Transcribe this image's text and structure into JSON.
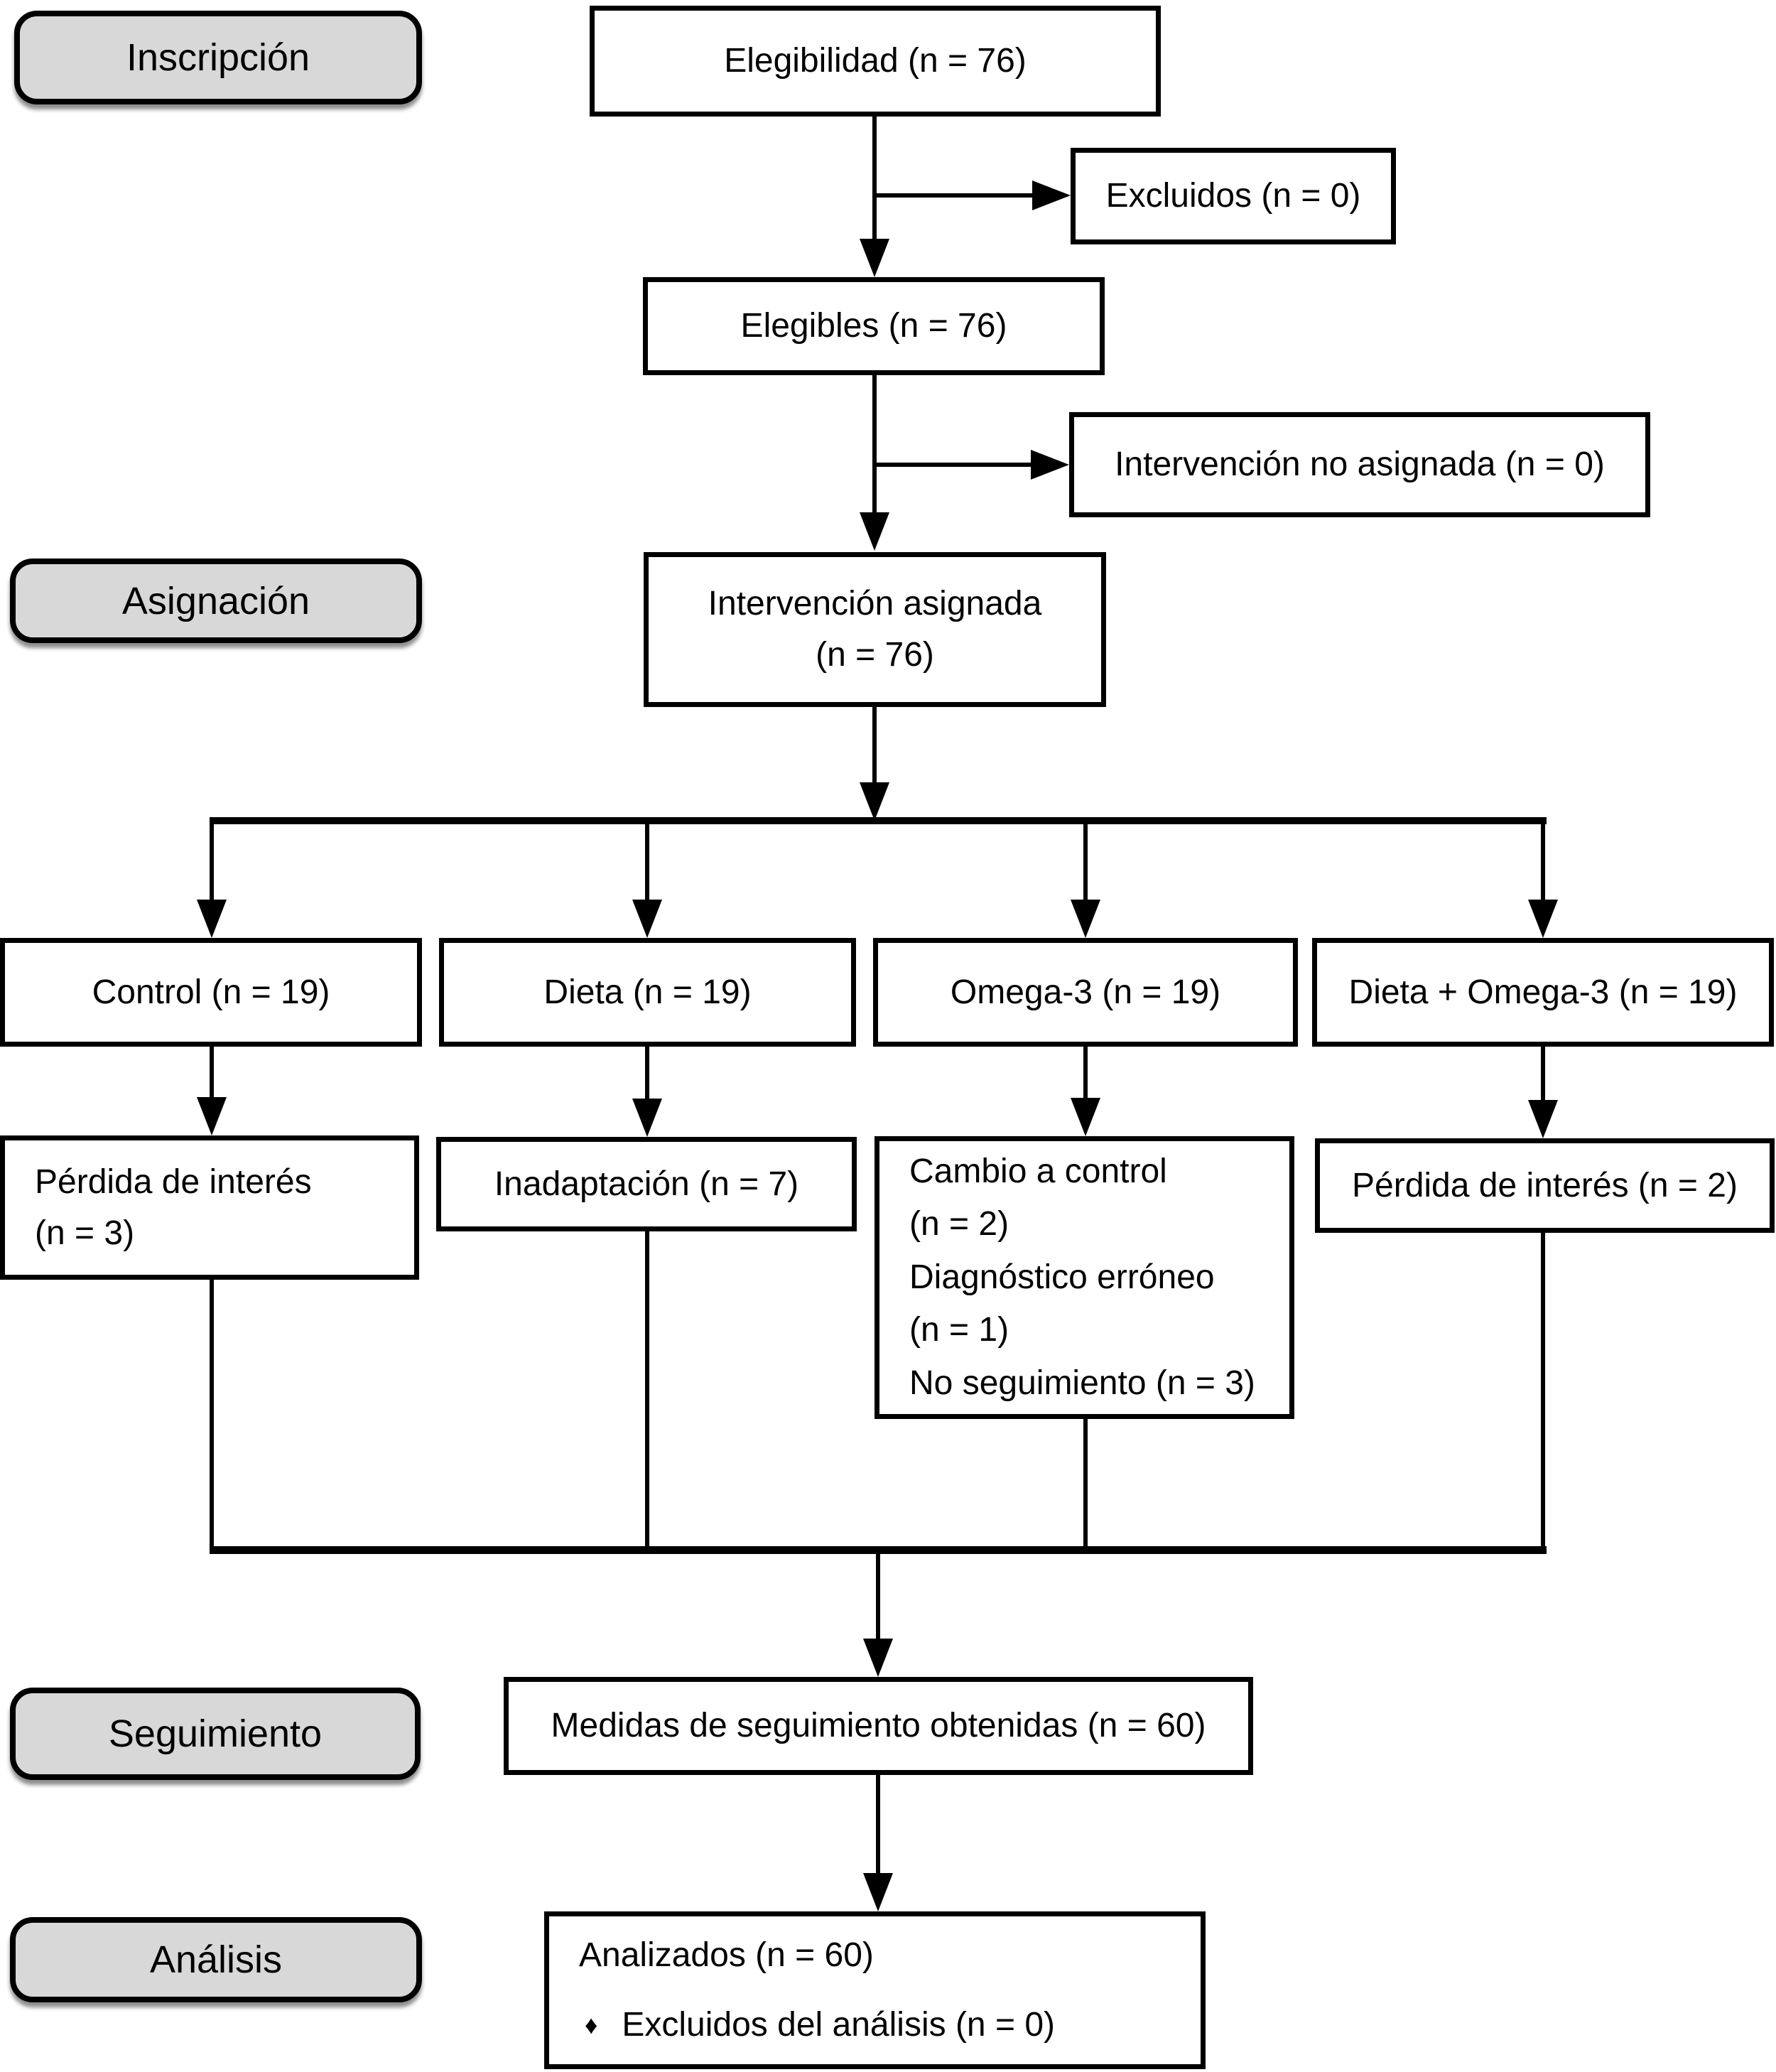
{
  "stages": [
    {
      "label": "Inscripción"
    },
    {
      "label": "Asignación"
    },
    {
      "label": "Seguimiento"
    },
    {
      "label": "Análisis"
    }
  ],
  "nodes": {
    "eligibility": {
      "text": "Elegibilidad (n = 76)"
    },
    "excluded": {
      "text": "Excluidos (n = 0)"
    },
    "eligible": {
      "text": "Elegibles (n = 76)"
    },
    "not_assigned": {
      "text": "Intervención no asignada (n = 0)"
    },
    "assigned": {
      "line1": "Intervención asignada",
      "line2": "(n = 76)"
    },
    "arms": [
      {
        "text": "Control (n = 19)"
      },
      {
        "text": "Dieta (n = 19)"
      },
      {
        "text": "Omega-3 (n = 19)"
      },
      {
        "text": "Dieta + Omega-3 (n = 19)"
      }
    ],
    "dropouts": {
      "control": {
        "line1": "Pérdida de interés",
        "line2": "(n = 3)"
      },
      "dieta": {
        "text": "Inadaptación (n = 7)"
      },
      "omega3": {
        "lines": [
          "Cambio a control",
          "(n = 2)",
          "Diagnóstico erróneo",
          "(n = 1)",
          "No seguimiento (n = 3)"
        ]
      },
      "dieta_omega3": {
        "text": "Pérdida de interés (n = 2)"
      }
    },
    "followup": {
      "text": "Medidas de seguimiento obtenidas (n = 60)"
    },
    "analyzed": {
      "title": "Analizados (n = 60)",
      "bullet_icon": "♦",
      "bullet_text": "Excluidos del análisis (n = 0)"
    }
  },
  "colors": {
    "stage_fill": "#d8d8d8",
    "box_fill": "#ffffff",
    "line": "#000000",
    "background": "#ffffff"
  }
}
